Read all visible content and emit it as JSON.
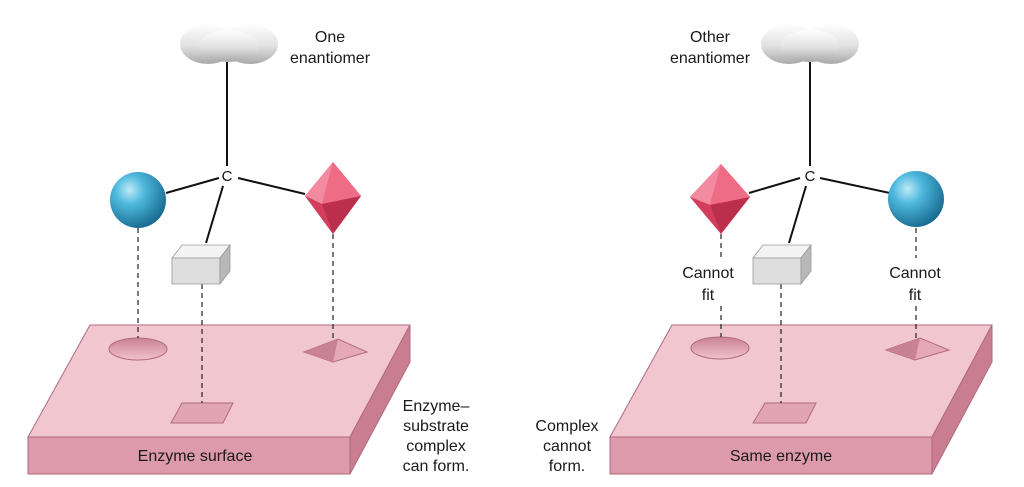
{
  "left": {
    "enantiomer_label_line1": "One",
    "enantiomer_label_line2": "enantiomer",
    "carbon": "C",
    "surface_label": "Enzyme surface",
    "result_line1": "Enzyme–",
    "result_line2": "substrate",
    "result_line3": "complex",
    "result_line4": "can form."
  },
  "right": {
    "enantiomer_label_line1": "Other",
    "enantiomer_label_line2": "enantiomer",
    "carbon": "C",
    "surface_label": "Same enzyme",
    "cannot_fit_left_line1": "Cannot",
    "cannot_fit_left_line2": "fit",
    "cannot_fit_right_line1": "Cannot",
    "cannot_fit_right_line2": "fit",
    "result_line1": "Complex",
    "result_line2": "cannot",
    "result_line3": "form."
  },
  "colors": {
    "surface_top": "#f2c6cf",
    "surface_front": "#dc9aab",
    "surface_side": "#c97d91",
    "sphere": "#2a9cc4",
    "octahedron": "#e8506e",
    "cube": "#dcdcdc",
    "cloud": "#d8d8d8"
  }
}
